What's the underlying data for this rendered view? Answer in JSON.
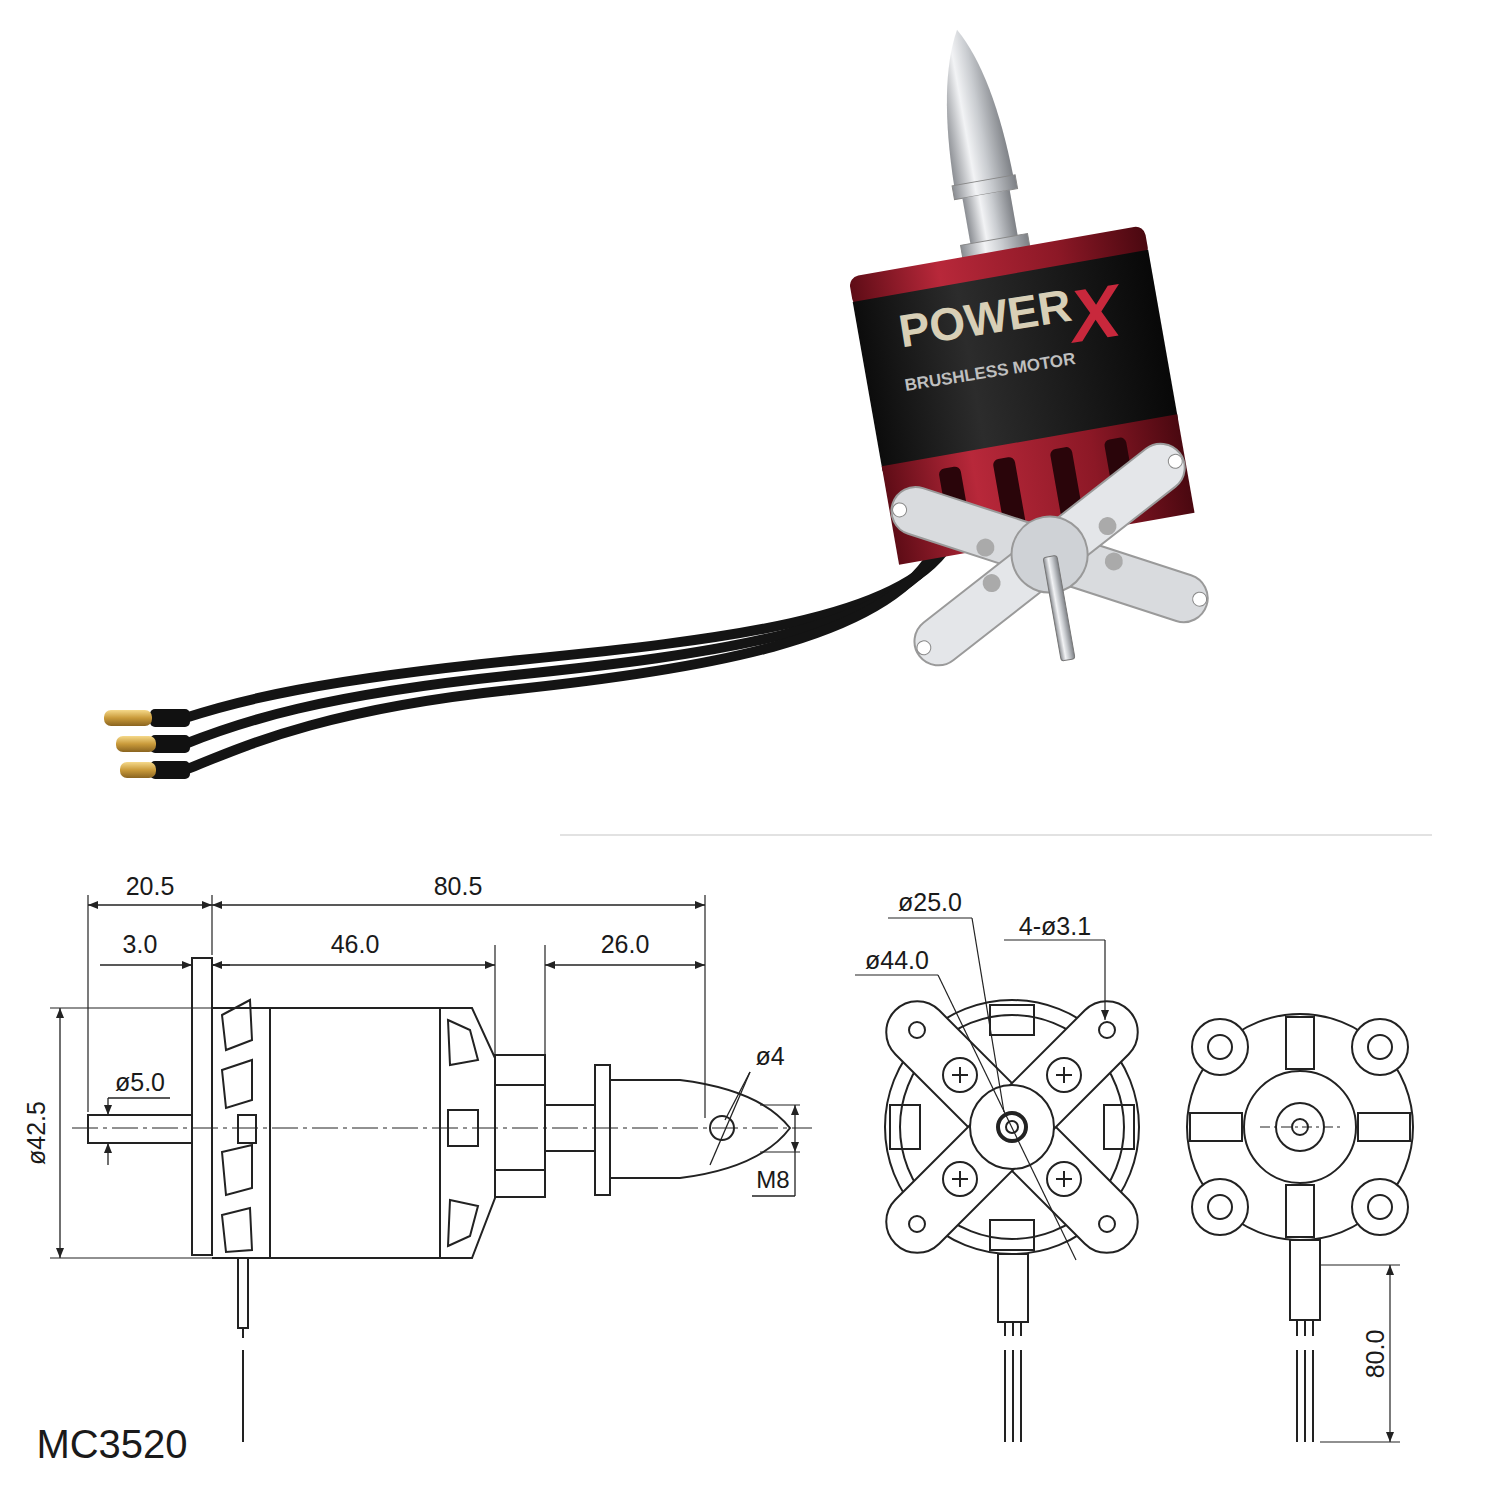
{
  "diagram": {
    "labels": [
      "POWER",
      "X",
      "BRUSHLESS MOTOR",
      "20.5",
      "80.5",
      "3.0",
      "46.0",
      "26.0",
      "ø5.0",
      "ø42.5",
      "ø4",
      "M8",
      "ø25.0",
      "4-ø3.1",
      "ø44.0",
      "80.0",
      "MC3520"
    ]
  }
}
